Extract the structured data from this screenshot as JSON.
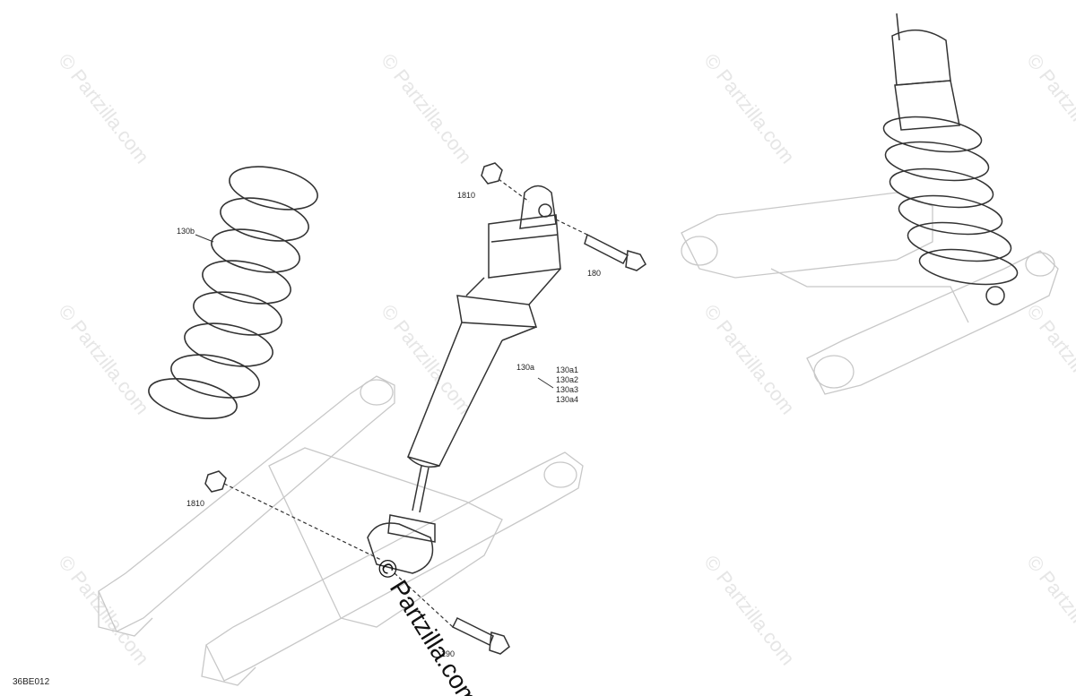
{
  "watermark": {
    "text": "© Partzilla.com"
  },
  "diagram_code": "36BE012",
  "callouts": [
    {
      "id": "1810-top",
      "label": "1810"
    },
    {
      "id": "180",
      "label": "180"
    },
    {
      "id": "130b",
      "label": "130b"
    },
    {
      "id": "130a",
      "label": "130a"
    },
    {
      "id": "130a-variants",
      "lines": [
        "130a1",
        "130a2",
        "130a3",
        "130a4"
      ]
    },
    {
      "id": "1810-bottom",
      "label": "1810"
    },
    {
      "id": "190",
      "label": "190"
    }
  ],
  "colors": {
    "line": "#333333",
    "faint": "#c8c8c8",
    "watermark": "#e6e6e6",
    "main_watermark": "#111111"
  }
}
